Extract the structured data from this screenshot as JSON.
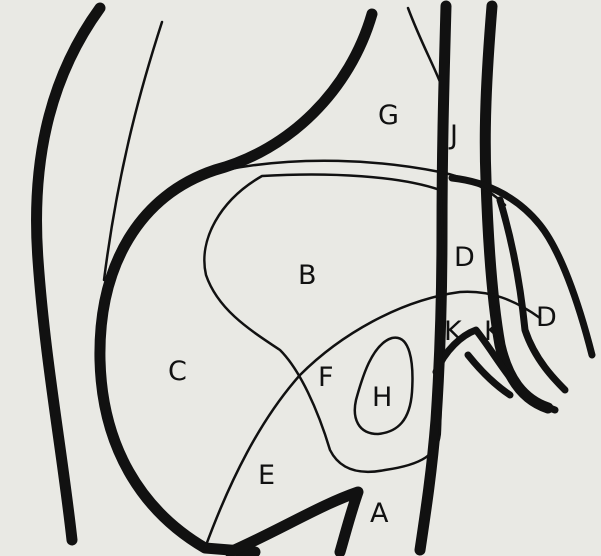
{
  "labels": {
    "A": "A",
    "B": "B",
    "C": "C",
    "D_upper": "D",
    "D_right": "D",
    "E": "E",
    "F": "F",
    "G": "G",
    "H": "H",
    "J": "J",
    "K_left": "K",
    "K_right": "K"
  },
  "colors": {
    "paper": "#e9e9e4",
    "ink": "#111111"
  }
}
